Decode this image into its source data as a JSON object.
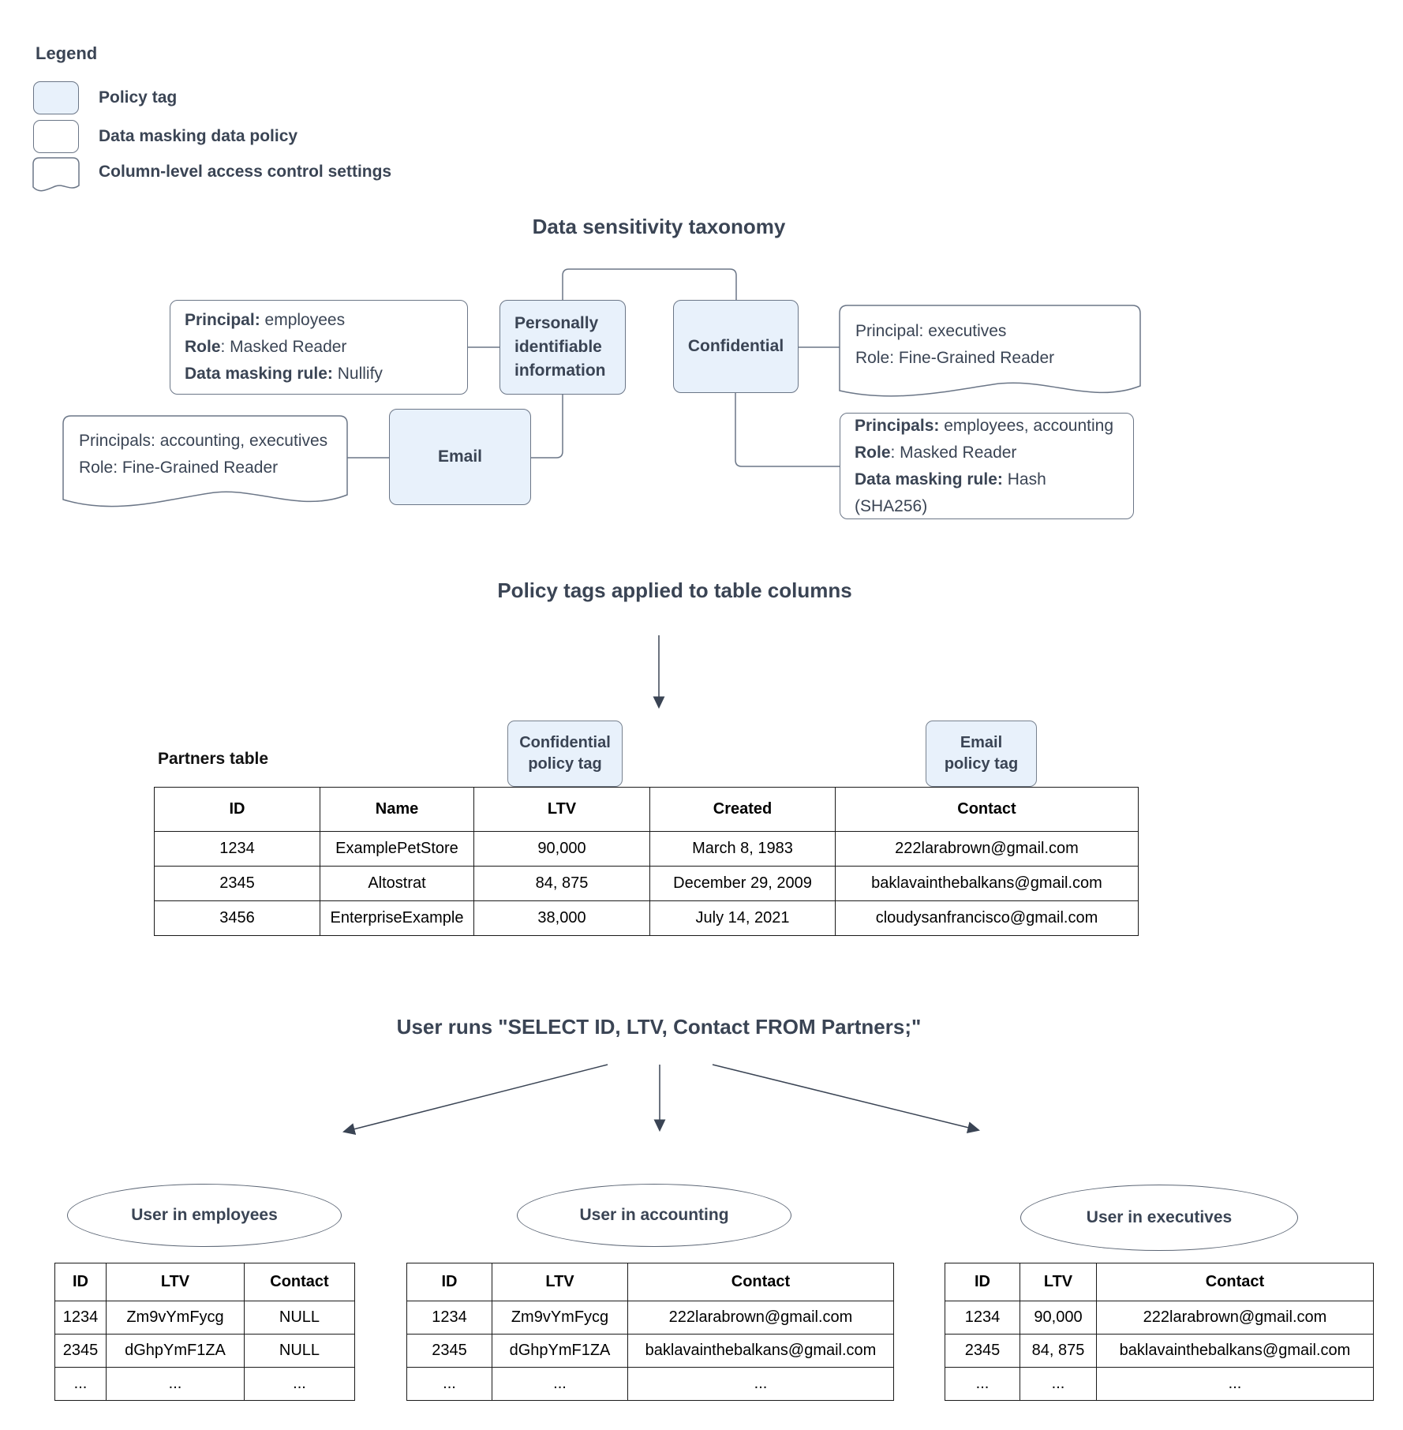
{
  "colors": {
    "policy_tag_fill": "#e8f1fb",
    "shape_border": "#6b7687",
    "text": "#3a4454",
    "table_border": "#1a1a1a"
  },
  "legend": {
    "title": "Legend",
    "items": [
      {
        "shape": "policy-tag-swatch",
        "label": "Policy tag"
      },
      {
        "shape": "data-policy-swatch",
        "label": "Data masking data policy"
      },
      {
        "shape": "access-control-swatch",
        "label": "Column-level access control settings"
      }
    ]
  },
  "taxonomy": {
    "title": "Data sensitivity taxonomy",
    "nodes": {
      "pii": "Personally identifiable information",
      "confidential": "Confidential",
      "email": "Email"
    },
    "annotations": {
      "pii_policy": {
        "lines": [
          [
            "Principal:",
            " employees"
          ],
          [
            "Role",
            ": Masked Reader"
          ],
          [
            "Data masking rule:",
            " Nullify"
          ]
        ]
      },
      "confidential_access": {
        "lines": [
          [
            "Principal:",
            " executives"
          ],
          [
            "Role",
            ": Fine-Grained Reader"
          ]
        ]
      },
      "email_access": {
        "lines": [
          [
            "Principals:",
            " accounting, executives"
          ],
          [
            "Role",
            ": Fine-Grained Reader"
          ]
        ]
      },
      "confidential_policy": {
        "lines": [
          [
            "Principals:",
            " employees, accounting"
          ],
          [
            "Role",
            ": Masked Reader"
          ],
          [
            "Data masking rule:",
            " Hash (SHA256)"
          ]
        ]
      }
    }
  },
  "applied": {
    "title": "Policy tags applied to table columns",
    "table_label": "Partners table",
    "tags": {
      "confidential": [
        "Confidential",
        "policy tag"
      ],
      "email": [
        "Email",
        "policy tag"
      ]
    }
  },
  "partners": {
    "headers": [
      "ID",
      "Name",
      "LTV",
      "Created",
      "Contact"
    ],
    "rows": [
      [
        "1234",
        "ExamplePetStore",
        "90,000",
        "March 8, 1983",
        "222larabrown@gmail.com"
      ],
      [
        "2345",
        "Altostrat",
        "84, 875",
        "December 29, 2009",
        "baklavainthebalkans@gmail.com"
      ],
      [
        "3456",
        "EnterpriseExample",
        "38,000",
        "July 14, 2021",
        "cloudysanfrancisco@gmail.com"
      ]
    ]
  },
  "query": {
    "title": "User runs \"SELECT ID, LTV, Contact FROM Partners;\""
  },
  "results": [
    {
      "user": "User in employees",
      "headers": [
        "ID",
        "LTV",
        "Contact"
      ],
      "rows": [
        [
          "1234",
          "Zm9vYmFycg",
          "NULL"
        ],
        [
          "2345",
          "dGhpYmF1ZA",
          "NULL"
        ],
        [
          "...",
          "...",
          "..."
        ]
      ]
    },
    {
      "user": "User in accounting",
      "headers": [
        "ID",
        "LTV",
        "Contact"
      ],
      "rows": [
        [
          "1234",
          "Zm9vYmFycg",
          "222larabrown@gmail.com"
        ],
        [
          "2345",
          "dGhpYmF1ZA",
          "baklavainthebalkans@gmail.com"
        ],
        [
          "...",
          "...",
          "..."
        ]
      ]
    },
    {
      "user": "User in executives",
      "headers": [
        "ID",
        "LTV",
        "Contact"
      ],
      "rows": [
        [
          "1234",
          "90,000",
          "222larabrown@gmail.com"
        ],
        [
          "2345",
          "84, 875",
          "baklavainthebalkans@gmail.com"
        ],
        [
          "...",
          "...",
          "..."
        ]
      ]
    }
  ]
}
